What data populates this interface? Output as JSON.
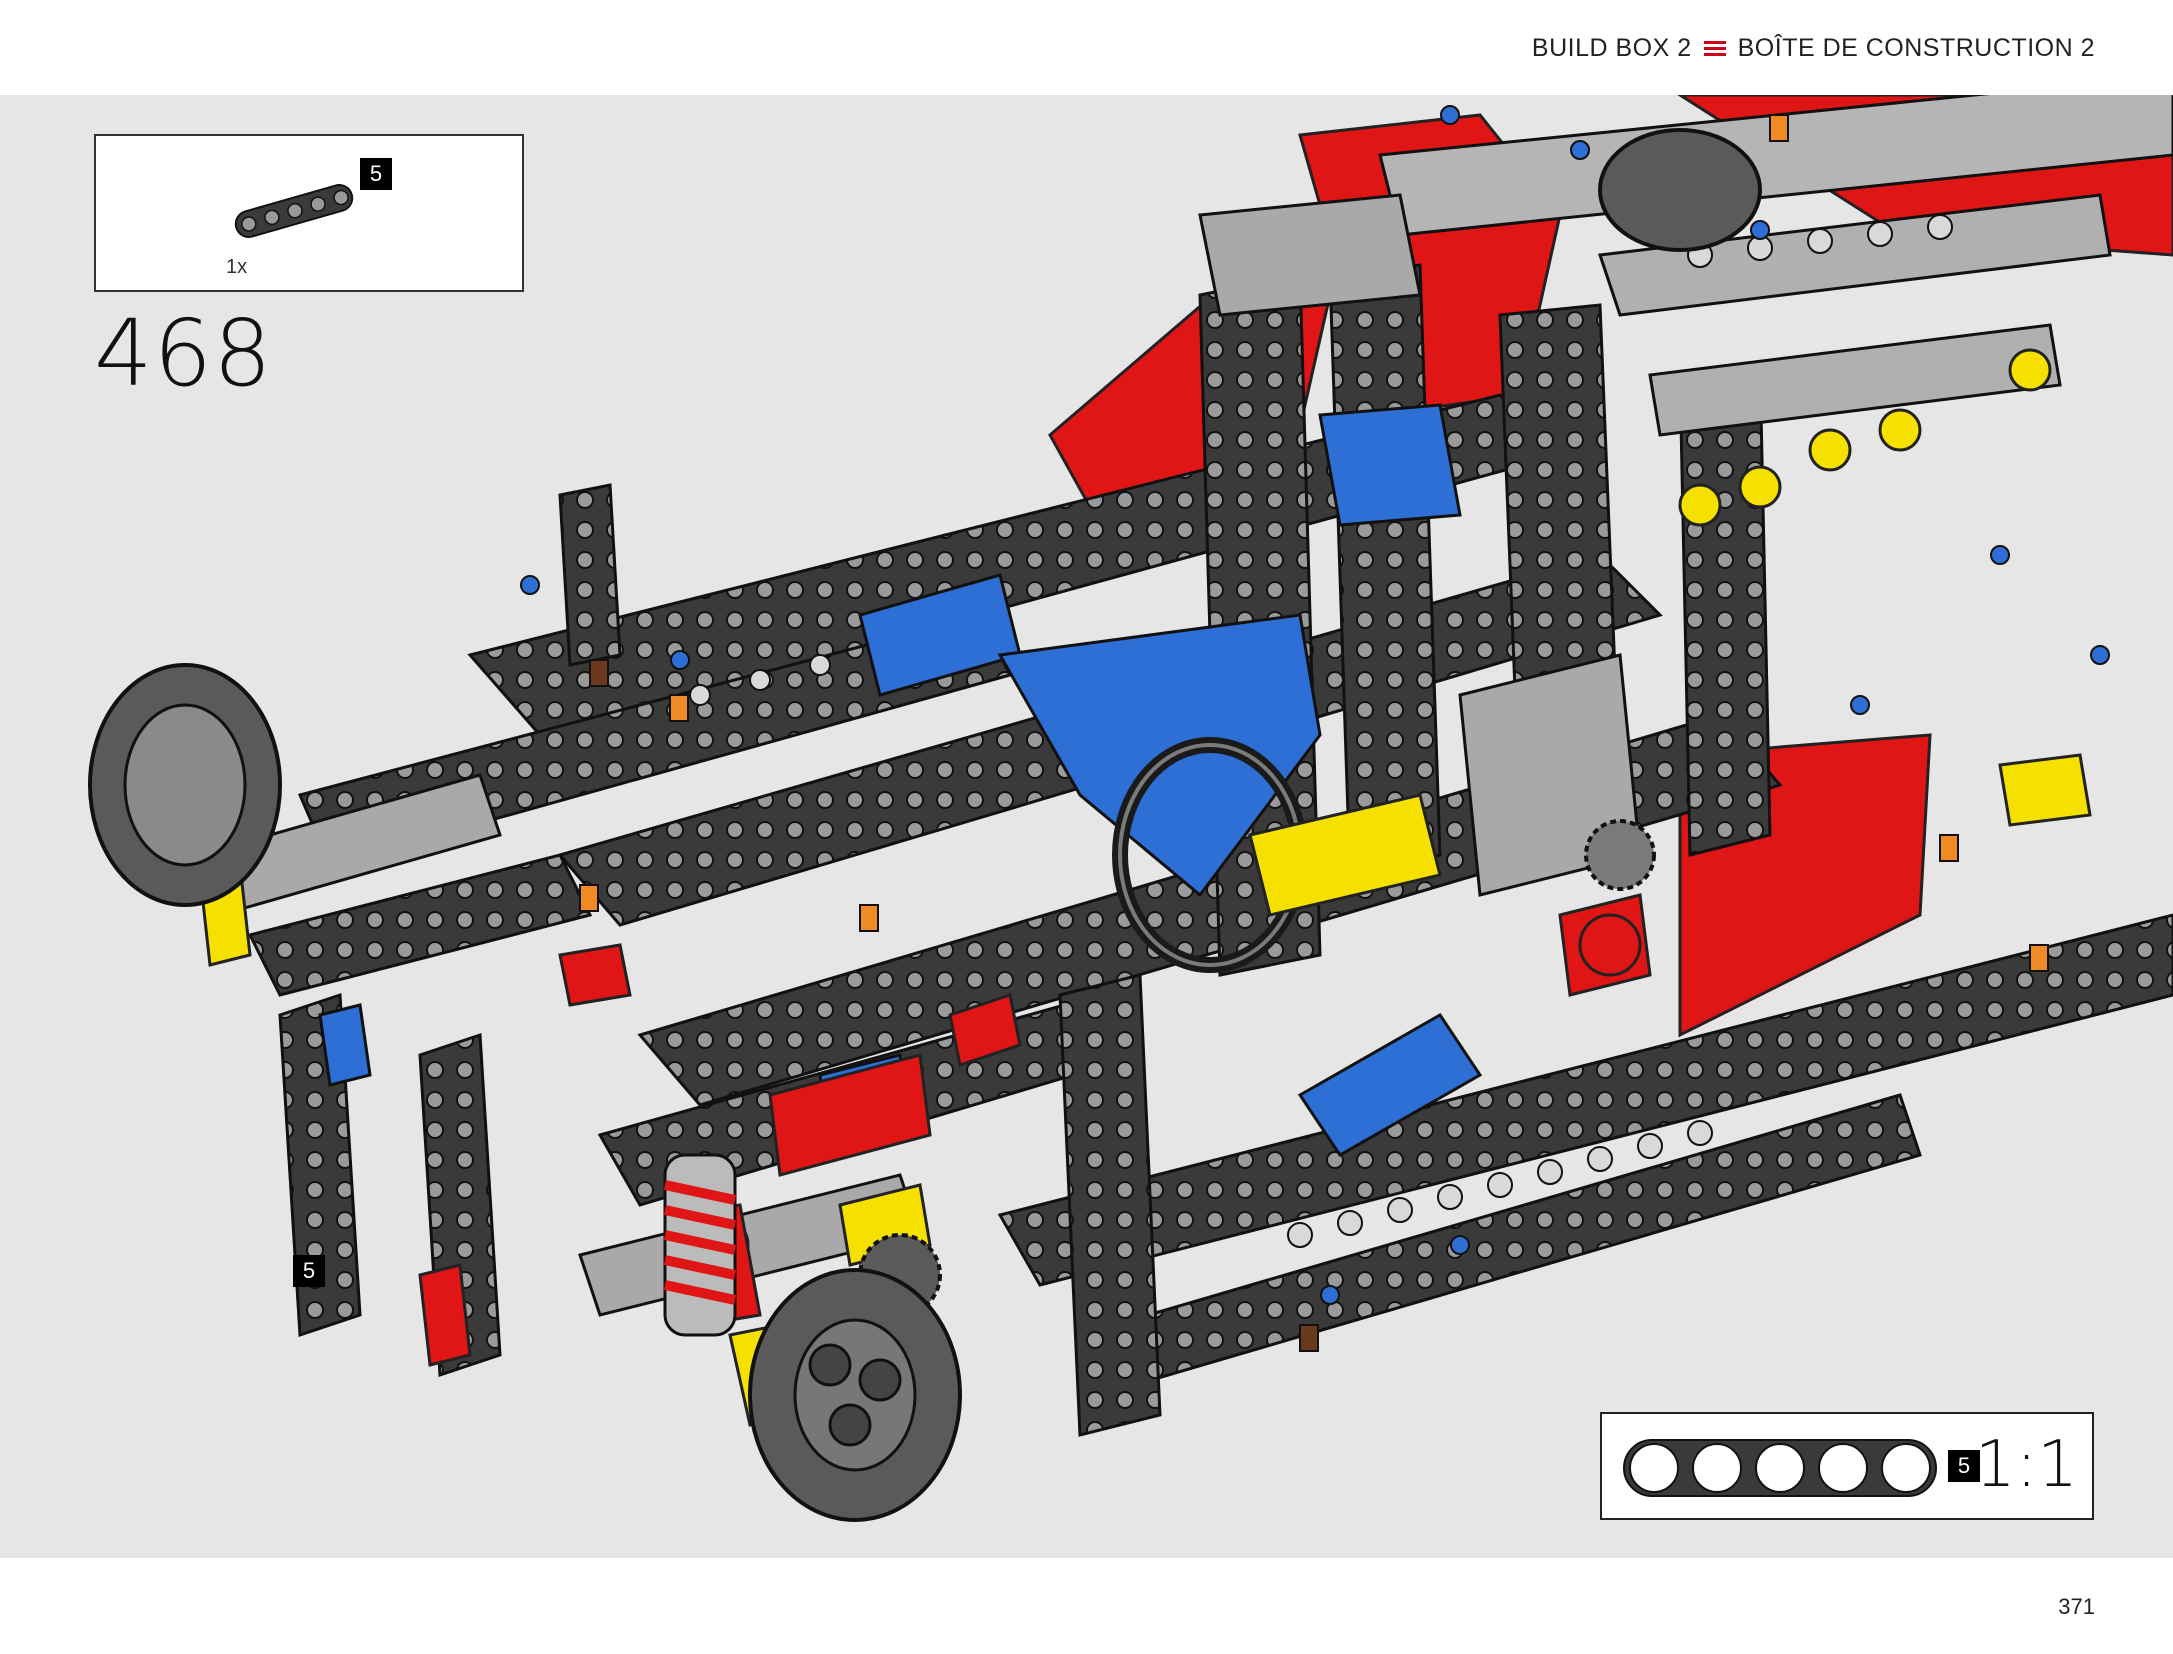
{
  "header": {
    "title_en": "BUILD BOX 2",
    "title_fr": "BOÎTE DE CONSTRUCTION 2"
  },
  "parts_callout": {
    "badge": "5",
    "quantity": "1x",
    "part_icon": "beam-5-icon"
  },
  "step": {
    "number": "468",
    "location_badge": "5"
  },
  "scale_callout": {
    "badge": "5",
    "scale": "1:1",
    "part_icon": "beam-5-life-size-icon"
  },
  "footer": {
    "page_number": "371"
  },
  "colors": {
    "background": "#e6e6e6",
    "dark_gray": "#3a3a3a",
    "light_gray": "#a9a9a9",
    "red": "#e01515",
    "blue": "#2e6fd6",
    "yellow": "#f5e000",
    "orange": "#f08a24",
    "brown": "#6b3a1e"
  }
}
